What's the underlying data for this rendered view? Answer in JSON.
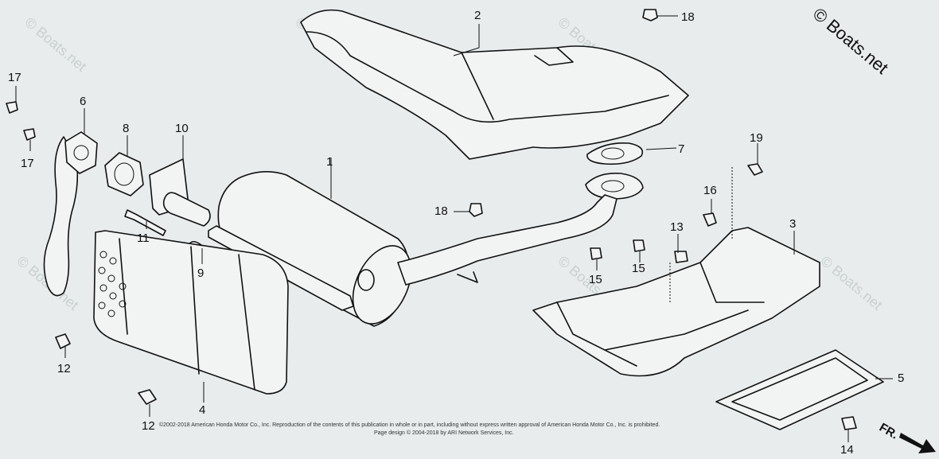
{
  "brand": "© Boats.net",
  "watermark": "© Boats.net",
  "copyright_line1": "©2002-2018 American Honda Motor Co., Inc. Reproduction of the contents of this publication in whole or in part, including without express written approval of American Honda Motor Co., Inc. is prohibited.",
  "copyright_line2": "Page design © 2004-2018 by ARI Network Services, Inc.",
  "front_arrow_label": "FR.",
  "callouts": {
    "c1": "1",
    "c2": "2",
    "c3": "3",
    "c4": "4",
    "c5": "5",
    "c6": "6",
    "c7": "7",
    "c8": "8",
    "c9": "9",
    "c10": "10",
    "c11": "11",
    "c12a": "12",
    "c12b": "12",
    "c13": "13",
    "c14": "14",
    "c15a": "15",
    "c15b": "15",
    "c16": "16",
    "c17a": "17",
    "c17b": "17",
    "c18a": "18",
    "c18b": "18",
    "c19": "19"
  }
}
